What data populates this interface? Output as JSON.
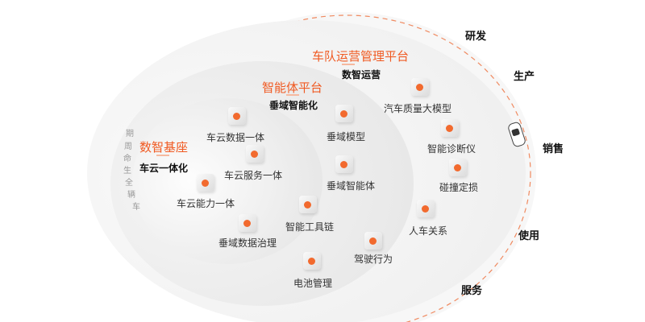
{
  "lifecycle_label": "车辆全生命周期",
  "lifecycle_chars": [
    "车",
    "辆",
    "全",
    "生",
    "命",
    "周",
    "期"
  ],
  "stages": [
    "研发",
    "生产",
    "销售",
    "使用",
    "服务"
  ],
  "layers": [
    {
      "title": "车队运营管理平台",
      "subtitle": "数智运营",
      "items": [
        "汽车质量大模型",
        "智能诊断仪",
        "碰撞定损",
        "人车关系",
        "驾驶行为",
        "电池管理"
      ]
    },
    {
      "title": "智能体平台",
      "subtitle": "垂域智能化",
      "items": [
        "垂域模型",
        "垂域智能体",
        "智能工具链"
      ]
    },
    {
      "title": "数智基座",
      "subtitle": "车云一体化",
      "items": [
        "车云数据一体",
        "车云服务一体",
        "车云能力一体",
        "垂域数据治理"
      ]
    }
  ],
  "colors": {
    "accent": "#f05a22"
  }
}
